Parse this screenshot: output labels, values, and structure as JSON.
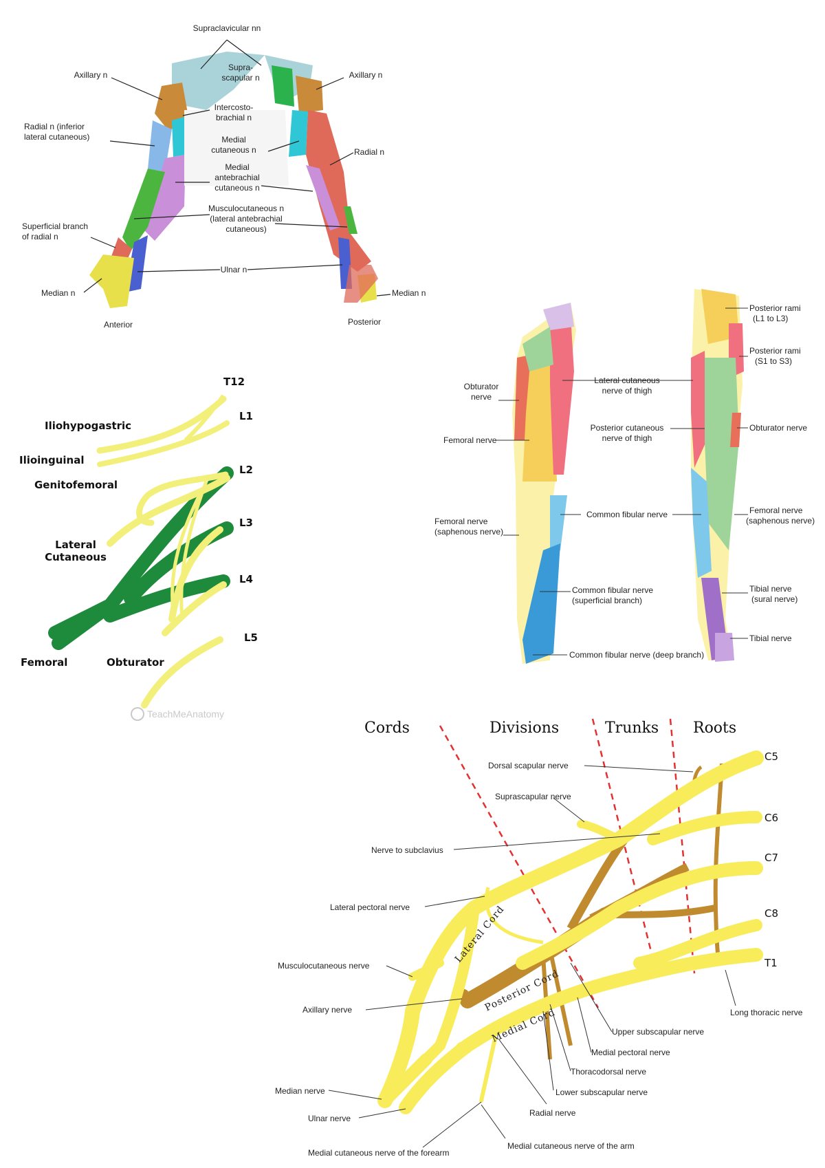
{
  "arm": {
    "labels": {
      "supraclavicular": "Supraclavicular nn",
      "axillary_left": "Axillary n",
      "axillary_right": "Axillary n",
      "suprascapular_1": "Supra-",
      "suprascapular_2": "scapular n",
      "intercostobrachial_1": "Intercosto-",
      "intercostobrachial_2": "brachial n",
      "radial_inferior_1": "Radial n (inferior",
      "radial_inferior_2": "lateral cutaneous)",
      "radial_right": "Radial n",
      "medial_cutaneous_1": "Medial",
      "medial_cutaneous_2": "cutaneous n",
      "medial_antebrachial_1": "Medial",
      "medial_antebrachial_2": "antebrachial",
      "medial_antebrachial_3": "cutaneous n",
      "musculocutaneous_1": "Musculocutaneous n",
      "musculocutaneous_2": "(lateral antebrachial",
      "musculocutaneous_3": "cutaneous)",
      "superficial_radial_1": "Superficial branch",
      "superficial_radial_2": "of radial n",
      "ulnar": "Ulnar n",
      "median_left": "Median n",
      "median_right": "Median n",
      "anterior": "Anterior",
      "posterior": "Posterior"
    },
    "colors": {
      "supraclavicular": "#a9d3d9",
      "suprascapular": "#2bb24c",
      "axillary": "#c98a3a",
      "radial": "#e06a5a",
      "medial_cutaneous": "#2fc6d6",
      "medial_antebrachial": "#c98fd8",
      "musculocutaneous": "#4cb540",
      "ulnar": "#4a5fd0",
      "median": "#e8e04a",
      "radial_inferior": "#88b8e8"
    }
  },
  "lumbar": {
    "labels": {
      "iliohypogastric": "Iliohypogastric",
      "ilioinguinal": "Ilioinguinal",
      "genitofemoral": "Genitofemoral",
      "lateral_1": "Lateral",
      "lateral_2": "Cutaneous",
      "femoral": "Femoral",
      "obturator": "Obturator"
    },
    "roots": [
      "T12",
      "L1",
      "L2",
      "L3",
      "L4",
      "L5"
    ],
    "watermark": "TeachMeAnatomy",
    "colors": {
      "sensory": "#f2f07a",
      "femoral": "#1e8a3c"
    }
  },
  "leg": {
    "labels": {
      "obturator_1": "Obturator",
      "obturator_2": "nerve",
      "femoral": "Femoral nerve",
      "femoral_saph_1": "Femoral nerve",
      "femoral_saph_2": "(saphenous nerve)",
      "lateral_cut_1": "Lateral cutaneous",
      "lateral_cut_2": "nerve of thigh",
      "post_cut_1": "Posterior cutaneous",
      "post_cut_2": "nerve of thigh",
      "common_fibular": "Common fibular nerve",
      "common_fibular_sup_1": "Common fibular nerve",
      "common_fibular_sup_2": "(superficial branch)",
      "common_fibular_deep": "Common fibular nerve (deep branch)",
      "post_rami_l_1": "Posterior rami",
      "post_rami_l_2": "(L1 to L3)",
      "post_rami_s_1": "Posterior rami",
      "post_rami_s_2": "(S1 to S3)",
      "obturator_right": "Obturator nerve",
      "femoral_right_1": "Femoral nerve",
      "femoral_right_2": "(saphenous nerve)",
      "tibial_sural_1": "Tibial nerve",
      "tibial_sural_2": "(sural nerve)",
      "tibial": "Tibial nerve"
    },
    "colors": {
      "obturator": "#e8705a",
      "femoral": "#f6cf5a",
      "lateral_cutaneous": "#f07080",
      "posterior_cutaneous": "#9ed49a",
      "common_fibular": "#7ec8ec",
      "deep_fibular": "#3a9ad8",
      "saphenous": "#fbf1a8",
      "tibial": "#a070c8",
      "posterior_rami": "#d8c0e8"
    }
  },
  "brachial": {
    "headers": {
      "cords": "Cords",
      "divisions": "Divisions",
      "trunks": "Trunks",
      "roots": "Roots"
    },
    "roots": [
      "C5",
      "C6",
      "C7",
      "C8",
      "T1"
    ],
    "cords": {
      "lateral": "Lateral Cord",
      "posterior": "Posterior Cord",
      "medial": "Medial Cord"
    },
    "labels": {
      "dorsal_scapular": "Dorsal scapular nerve",
      "suprascapular": "Suprascapular nerve",
      "subclavius": "Nerve to subclavius",
      "lateral_pectoral": "Lateral pectoral nerve",
      "musculocutaneous": "Musculocutaneous nerve",
      "axillary": "Axillary nerve",
      "median": "Median nerve",
      "ulnar": "Ulnar nerve",
      "medial_cut_forearm": "Medial cutaneous nerve of the forearm",
      "medial_cut_arm": "Medial cutaneous nerve of the arm",
      "radial": "Radial nerve",
      "lower_subscapular": "Lower subscapular nerve",
      "thoracodorsal": "Thoracodorsal nerve",
      "medial_pectoral": "Medial pectoral nerve",
      "upper_subscapular": "Upper subscapular nerve",
      "long_thoracic": "Long thoracic nerve"
    },
    "colors": {
      "anterior": "#f8ec5a",
      "posterior": "#c08a2e",
      "divider": "#e33030"
    }
  }
}
